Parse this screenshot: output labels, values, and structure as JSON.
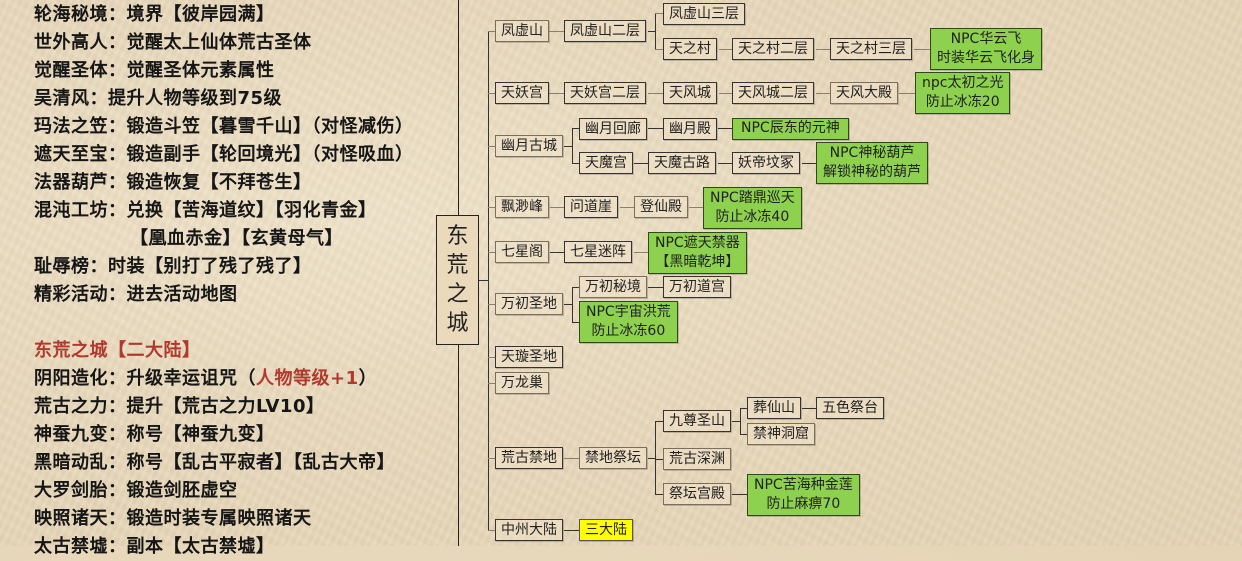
{
  "left_panel": {
    "lines": [
      {
        "text": "轮海秘境：境界【彼岸园满】"
      },
      {
        "text": "世外高人：觉醒太上仙体荒古圣体"
      },
      {
        "text": "觉醒圣体：觉醒圣体元素属性"
      },
      {
        "text": "吴清风：提升人物等级到75级"
      },
      {
        "text": "玛法之笠：锻造斗笠【暮雪千山】（对怪减伤）"
      },
      {
        "text": "遮天至宝：锻造副手【轮回境光】（对怪吸血）"
      },
      {
        "text": "法器葫芦：锻造恢复【不拜苍生】"
      },
      {
        "text": "混沌工坊：兑换【苦海道纹】【羽化青金】"
      },
      {
        "text": "【凰血赤金】【玄黄母气】"
      },
      {
        "text": "耻辱榜：时装【别打了残了残了】"
      },
      {
        "text": "精彩活动：进去活动地图"
      },
      {
        "text": "东荒之城【二大陆】"
      },
      {
        "text_a": "阴阳造化：升级幸运诅咒（",
        "text_red": "人物等级+1",
        "text_b": "）"
      },
      {
        "text": "荒古之力：提升【荒古之力LV10】"
      },
      {
        "text": "神蚕九变：称号【神蚕九变】"
      },
      {
        "text": "黑暗动乱：称号【乱古平寂者】【乱古大帝】"
      },
      {
        "text": "大罗剑胎：锻造剑胚虚空"
      },
      {
        "text": "映照诸天：锻造时装专属映照诸天"
      },
      {
        "text": "太古禁墟：副本【太古禁墟】"
      }
    ]
  },
  "tree": {
    "root": {
      "chars": [
        "东",
        "荒",
        "之",
        "城"
      ]
    },
    "nodes": {
      "fengxushan": "凤虚山",
      "fengxushan2": "凤虚山二层",
      "fengxushan3": "凤虚山三层",
      "tianzhicun": "天之村",
      "tianzhicun2": "天之村二层",
      "tianzhicun3": "天之村三层",
      "npc_huayunfei_1": "NPC华云飞",
      "npc_huayunfei_2": "时装华云飞化身",
      "tianyaogong": "天妖宫",
      "tianyaogong2": "天妖宫二层",
      "tianfengcheng": "天风城",
      "tianfengcheng2": "天风城二层",
      "tianfengdadian": "天风大殿",
      "npc_taichu_1": "npc太初之光",
      "npc_taichu_2": "防止冰冻20",
      "youyuegucheng": "幽月古城",
      "youyuehuilang": "幽月回廊",
      "youyuedian": "幽月殿",
      "npc_chendong": "NPC辰东的元神",
      "tianmogong": "天魔宫",
      "tianmogulu": "天魔古路",
      "yaodifenzhong": "妖帝坟冢",
      "npc_hulu_1": "NPC神秘葫芦",
      "npc_hulu_2": "解锁神秘的葫芦",
      "piaomiaofeng": "飘渺峰",
      "wendaoya": "问道崖",
      "dengxiandian": "登仙殿",
      "npc_tading_1": "NPC踏鼎巡天",
      "npc_tading_2": "防止冰冻40",
      "qixingge": "七星阁",
      "qixingmizhen": "七星迷阵",
      "npc_zhetian_1": "NPC遮天禁器",
      "npc_zhetian_2": "【黑暗乾坤】",
      "wanchushengdi": "万初圣地",
      "wanchumijing": "万初秘境",
      "wanchudaogong": "万初道宫",
      "npc_yuzhou_1": "NPC宇宙洪荒",
      "npc_yuzhou_2": "防止冰冻60",
      "tianxuanshengdi": "天璇圣地",
      "wanlongchao": "万龙巢",
      "huangujindi": "荒古禁地",
      "jindijitan": "禁地祭坛",
      "jiuzunshengshan": "九尊圣山",
      "zangxianshan": "葬仙山",
      "wusejitai": "五色祭台",
      "jinshendongku": "禁神洞窟",
      "huangushenyuan": "荒古深渊",
      "jitangongdian": "祭坛宫殿",
      "npc_kuhai_1": "NPC苦海种金莲",
      "npc_kuhai_2": "防止麻痹70",
      "zhongzhoudalu": "中州大陆",
      "sandalu": "三大陆"
    }
  },
  "colors": {
    "npc_green": "#8dd14e",
    "highlight_yellow": "#ffff00",
    "accent_red": "#b03a2e",
    "text": "#161616"
  }
}
